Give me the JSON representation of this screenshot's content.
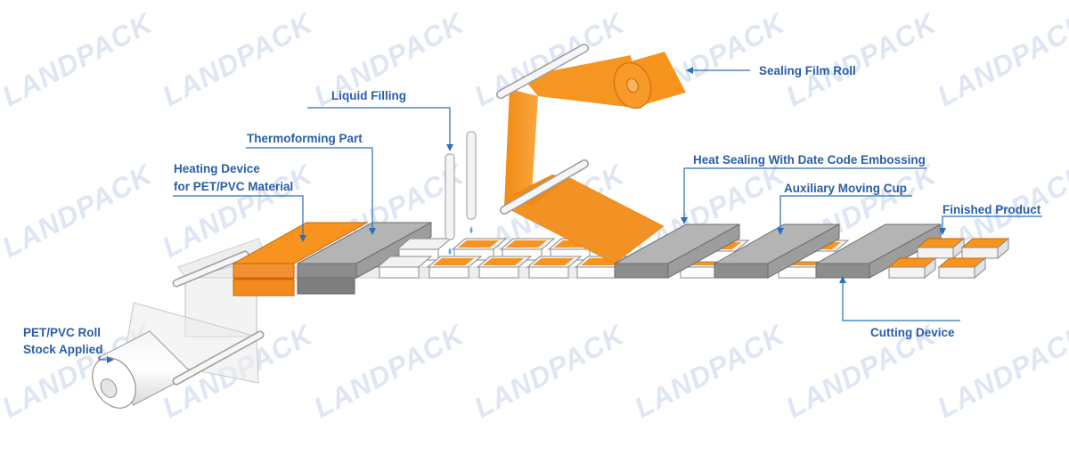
{
  "colors": {
    "label": "#2a5ea8",
    "leader": "#2a6fbf",
    "orange": "#f7931e",
    "orange_dark": "#d9730a",
    "press_gray": "#9a9a9a",
    "press_gray_dark": "#6f6f6f",
    "cup_outline": "#8a8a8a",
    "watermark": "#dfe6f3"
  },
  "watermark": {
    "text": "LANDPACK"
  },
  "labels": {
    "sealing_film_roll": "Sealing Film Roll",
    "liquid_filling": "Liquid Filling",
    "thermoforming_part": "Thermoforming Part",
    "heating_device_line1": "Heating Device",
    "heating_device_line2": "for PET/PVC Material",
    "heat_sealing": "Heat Sealing With Date Code Embossing",
    "auxiliary_moving_cup": "Auxiliary Moving Cup",
    "finished_product": "Finished Product",
    "cutting_device": "Cutting Device",
    "pet_pvc_roll_line1": "PET/PVC Roll",
    "pet_pvc_roll_line2": "Stock Applied"
  }
}
